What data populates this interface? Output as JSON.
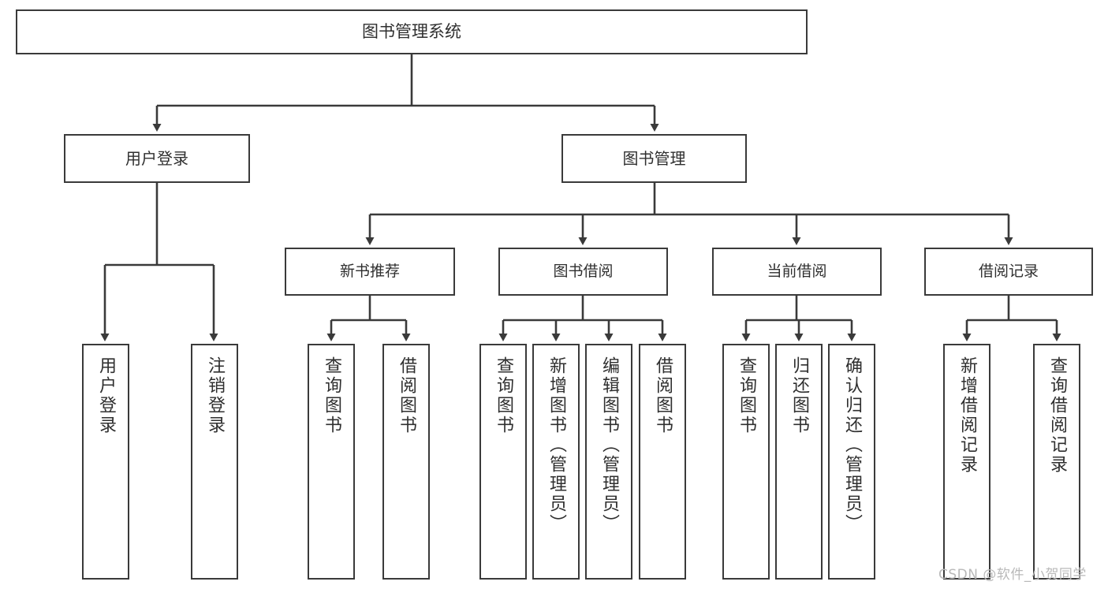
{
  "diagram": {
    "type": "tree-hierarchy",
    "title": "图书管理系统",
    "root": {
      "label": "图书管理系统"
    },
    "level1": [
      {
        "label": "用户登录"
      },
      {
        "label": "图书管理"
      }
    ],
    "level2": [
      {
        "label": "新书推荐"
      },
      {
        "label": "图书借阅"
      },
      {
        "label": "当前借阅"
      },
      {
        "label": "借阅记录"
      }
    ],
    "leaves": {
      "user_login": [
        {
          "label": "用户登录"
        },
        {
          "label": "注销登录"
        }
      ],
      "new_book_recommend": [
        {
          "label": "查询图书"
        },
        {
          "label": "借阅图书"
        }
      ],
      "book_borrow": [
        {
          "label": "查询图书"
        },
        {
          "label": "新增图书（管理员）"
        },
        {
          "label": "编辑图书（管理员）"
        },
        {
          "label": "借阅图书"
        }
      ],
      "current_borrow": [
        {
          "label": "查询图书"
        },
        {
          "label": "归还图书"
        },
        {
          "label": "确认归还（管理员）"
        }
      ],
      "borrow_record": [
        {
          "label": "新增借阅记录"
        },
        {
          "label": "查询借阅记录"
        }
      ]
    }
  },
  "watermark": {
    "text": "CSDN @软件_小贺同学"
  },
  "colors": {
    "box_border": "#3a3a3a",
    "text": "#2f2f2f",
    "background": "#ffffff",
    "watermark": "#b9b9b9"
  }
}
